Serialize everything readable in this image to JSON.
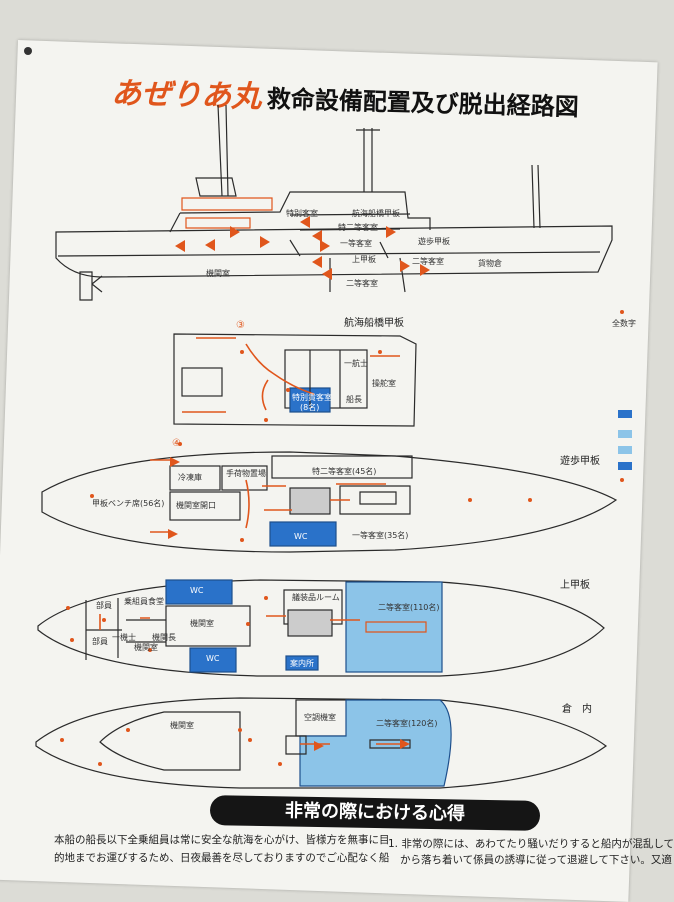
{
  "title": {
    "ship_name": "あぜりあ丸",
    "subtitle": "救命設備配置及び脱出経路図"
  },
  "profile_labels": [
    "特別客室",
    "航海船橋甲板",
    "特二等客室",
    "一等客室",
    "遊歩甲板",
    "上甲板",
    "二等客室",
    "貨物倉",
    "機関室",
    "二等客室"
  ],
  "sections": {
    "bridge_deck": "航海船橋甲板",
    "promenade_deck": "遊歩甲板",
    "upper_deck": "上甲板",
    "hold": "倉　内"
  },
  "bridge_rooms": [
    "一航士",
    "操舵室",
    "特別貴客室",
    "(8名)",
    "船長"
  ],
  "promenade_rooms": [
    "冷凍庫",
    "手荷物置場",
    "機関室開口",
    "甲板ベンチ席(56名)",
    "特二等客室(45名)",
    "一等客室(35名)",
    "WC"
  ],
  "upper_rooms": [
    "部員",
    "乗組員食堂",
    "部員",
    "機関室",
    "一機士",
    "機関長",
    "WC",
    "WC",
    "機関室",
    "艤装品ルーム",
    "二等客室(110名)",
    "案内所"
  ],
  "hold_rooms": [
    "機関室",
    "空調機室",
    "二等客室(120名)"
  ],
  "circle_numbers": [
    "③",
    "④"
  ],
  "legend_fragments": [
    "全数字"
  ],
  "notice": {
    "heading": "非常の際における心得",
    "left_lines": [
      "本船の船長以下全乗組員は常に安全な航海を心がけ、皆様方を無事に目",
      "的地までお運びするため、日夜最善を尽しておりますのでご心配なく船"
    ],
    "right_lines": [
      "1. 非常の際には、あわてたり騒いだりすると船内が混乱して",
      "から落ち着いて係員の誘導に従って退避して下さい。又適"
    ]
  },
  "colors": {
    "accent": "#e0561c",
    "room_blue": "#2a72c9",
    "room_lightblue": "#8cc4e8",
    "line": "#2b2b2b"
  }
}
